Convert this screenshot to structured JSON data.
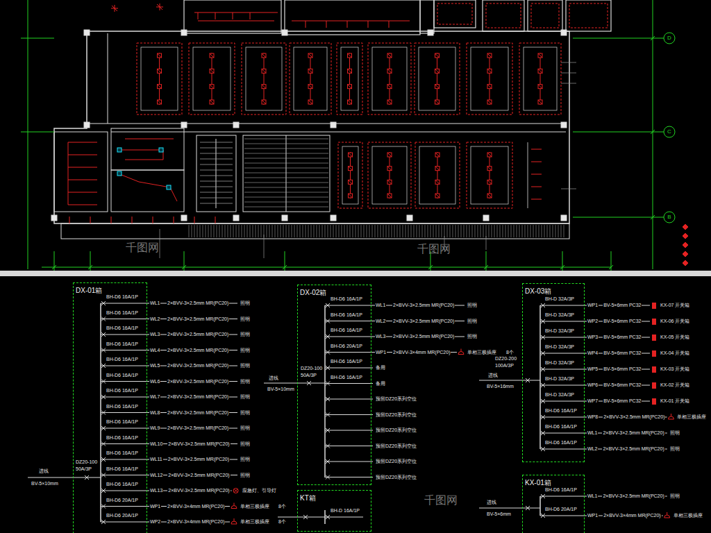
{
  "diagram": {
    "nodes": [
      {
        "text": [
          "DX-01箱"
        ]
      },
      {
        "text": [
          "DX-02箱"
        ]
      },
      {
        "text": [
          "KT箱"
        ]
      },
      {
        "text": [
          "DX-03箱"
        ]
      },
      {
        "text": [
          "KX-01箱"
        ]
      }
    ],
    "labels": [
      "BH-D6 16A/1P",
      "WL1",
      "2×BVV-3×2.5mm MR(PC20)",
      "照明",
      "BH-D6 16A/1P",
      "WL2",
      "2×BVV-3×2.5mm MR(PC20)",
      "照明",
      "BH-D6 16A/1P",
      "WL3",
      "2×BVV-3×2.5mm MR(PC20)",
      "照明",
      "BH-D6 16A/1P",
      "WL4",
      "2×BVV-3×2.5mm MR(PC20)",
      "照明",
      "BH-D6 16A/1P",
      "WL5",
      "2×BVV-3×2.5mm MR(PC20)",
      "照明",
      "BH-D6 16A/1P",
      "WL6",
      "2×BVV-3×2.5mm MR(PC20)",
      "照明",
      "BH-D6 16A/1P",
      "WL7",
      "2×BVV-3×2.5mm MR(PC20)",
      "照明",
      "BH-D6 16A/1P",
      "WL8",
      "2×BVV-3×2.5mm MR(PC20)",
      "照明",
      "BH-D6 16A/1P",
      "WL9",
      "2×BVV-3×2.5mm MR(PC20)",
      "照明",
      "BH-D6 16A/1P",
      "WL10",
      "2×BVV-3×2.5mm MR(PC20)",
      "照明",
      "BH-D6 16A/1P",
      "WL11",
      "2×BVV-3×2.5mm MR(PC20)",
      "照明",
      "BH-D6 16A/1P",
      "WL12",
      "2×BVV-3×2.5mm MR(PC20)",
      "照明",
      "BH-D6 16A/1P",
      "WL13",
      "2×BVV-3×2.5mm MR(PC20)",
      "应急灯、引导灯",
      "BH-D6 20A/1P",
      "WP1",
      "2×BVV-3×4mm MR(PC20)",
      "单相三极插座",
      "8个",
      "BH-D6 20A/1P",
      "WP2",
      "2×BVV-3×4mm MR(PC20)",
      "单相三极插座",
      "8个",
      "DZ20-100",
      "50A/3P",
      "进线",
      "BV-5×10mm",
      "BH-D6 16A/1P",
      "WL1",
      "2×BVV-3×2.5mm MR(PC20)",
      "照明",
      "BH-D6 16A/1P",
      "WL2",
      "2×BVV-3×2.5mm MR(PC20)",
      "照明",
      "BH-D6 16A/1P",
      "WL3",
      "2×BVV-3×2.5mm MR(PC20)",
      "照明",
      "BH-D6 20A/1P",
      "WP1",
      "2×BVV-3×4mm MR(PC20)",
      "单相三极插座",
      "8个",
      "BH-D6 16A/1P",
      "备用",
      "BH-D6 16A/1P",
      "备用",
      "预留DZ20系列空位",
      "预留DZ20系列空位",
      "预留DZ20系列空位",
      "预留DZ20系列空位",
      "预留DZ20系列空位",
      "预留DZ20系列空位",
      "DZ20-100",
      "50A/3P",
      "进线",
      "BV-5×10mm",
      "BH-D 16A/1P",
      "BH-D 32A/3P",
      "WP1",
      "BV-5×6mm PC32",
      "KX-07 开关箱",
      "BH-D 32A/3P",
      "WP2",
      "BV-5×6mm PC32",
      "KX-06 开关箱",
      "BH-D 32A/3P",
      "WP3",
      "BV-5×6mm PC32",
      "KX-05 开关箱",
      "BH-D 32A/3P",
      "WP4",
      "BV-5×6mm PC32",
      "KX-04 开关箱",
      "BH-D 32A/3P",
      "WP5",
      "BV-5×6mm PC32",
      "KX-03 开关箱",
      "BH-D 32A/3P",
      "WP6",
      "BV-5×6mm PC32",
      "KX-02 开关箱",
      "BH-D 32A/3P",
      "WP7",
      "BV-5×6mm PC32",
      "KX-01 开关箱",
      "BH-D6 16A/1P",
      "WP8",
      "2×BVV-3×2.5mm MR(PC20)",
      "单相三极插座",
      "BH-D6 16A/1P",
      "WL1",
      "2×BVV-3×2.5mm MR(PC20)",
      "照明",
      "BH-D6 16A/1P",
      "WL2",
      "2×BVV-3×2.5mm MR(PC20)",
      "照明",
      "DZ20-200",
      "100A/3P",
      "进线",
      "BV-5×16mm",
      "BH-D6 16A/1P",
      "WL1",
      "2×BVV-3×2.5mm MR(PC20)",
      "照明",
      "BH-D6 20A/1P",
      "WP1",
      "2×BVV-3×4mm MR(PC20)",
      "单相三极插座",
      "进线",
      "BV-5×6mm",
      "D",
      "C",
      "B",
      "千图网",
      "千图网",
      "千图网"
    ]
  }
}
